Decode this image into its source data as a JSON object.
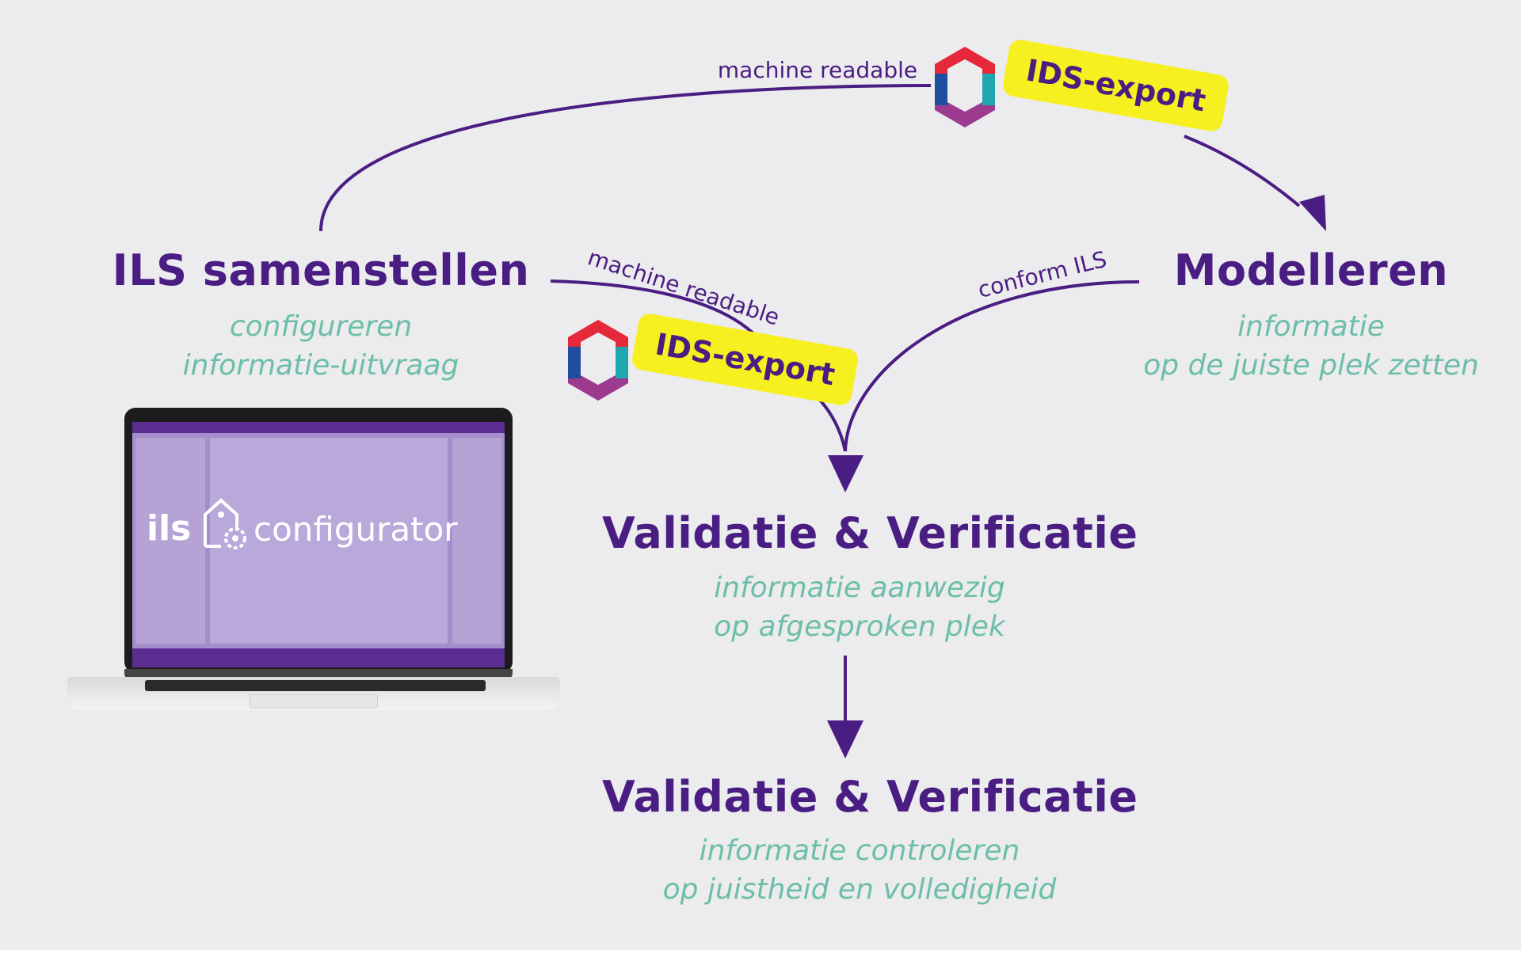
{
  "nodes": {
    "ils": {
      "title": "ILS samenstellen",
      "lines": [
        "configureren",
        "informatie-uitvraag"
      ]
    },
    "modelleren": {
      "title": "Modelleren",
      "lines": [
        "informatie",
        "op de juiste plek zetten"
      ]
    },
    "validatie1": {
      "title": "Validatie & Verificatie",
      "lines": [
        "informatie aanwezig",
        "op afgesproken plek"
      ]
    },
    "validatie2": {
      "title": "Validatie & Verificatie",
      "lines": [
        "informatie controleren",
        "op juistheid en volledigheid"
      ]
    }
  },
  "connectors": {
    "top_label": "machine readable",
    "middle_label": "machine readable",
    "right_label": "conform ILS"
  },
  "badges": {
    "top": "IDS-export",
    "middle": "IDS-export"
  },
  "laptop": {
    "logo_ils": "ils",
    "logo_configurator": "configurator"
  },
  "colors": {
    "background": "#ecebee",
    "title": "#4a1d82",
    "subtitle": "#6cbfa6",
    "arrow": "#4a1d82",
    "badge": "#f7f021",
    "hex_red": "#e5283a",
    "hex_teal": "#1fa7b0",
    "hex_purple": "#9b3a8f",
    "hex_blue": "#1f4ea0"
  },
  "icons": [
    "ids-hexagon-logo",
    "laptop",
    "ils-configurator-logo",
    "arrowhead"
  ]
}
